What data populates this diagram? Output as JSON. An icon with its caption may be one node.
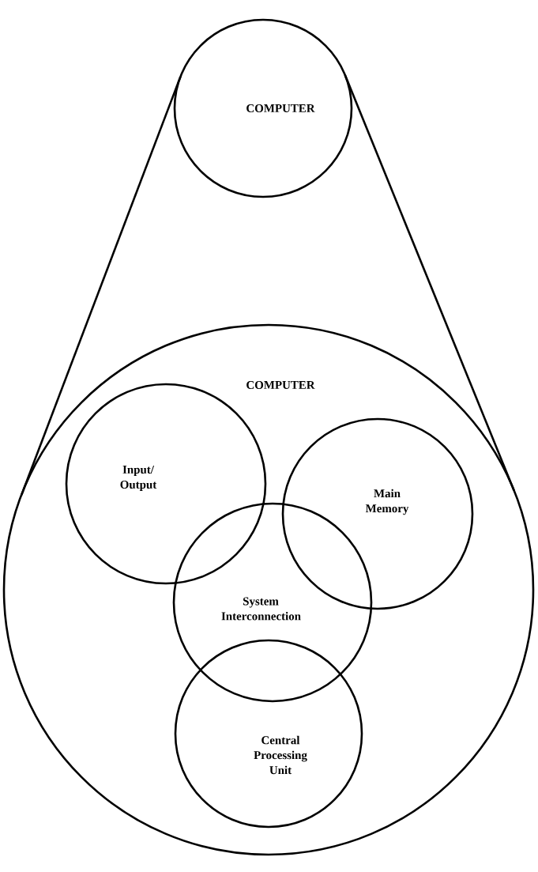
{
  "diagram": {
    "nodes": [
      {
        "text": [
          "COMPUTER"
        ]
      },
      {
        "text": [
          "COMPUTER"
        ]
      },
      {
        "text": [
          "Input/ Output"
        ],
        "in": 1
      },
      {
        "text": [
          "Main Memory"
        ],
        "in": 1
      },
      {
        "text": [
          "System Interconnection"
        ],
        "in": 1
      },
      {
        "text": [
          "Central Processing Unit"
        ],
        "in": 1
      }
    ],
    "edges": [
      {
        "from": 0,
        "to": 1,
        "arrow": "none"
      },
      {
        "from": 0,
        "to": 1,
        "arrow": "none"
      }
    ]
  }
}
